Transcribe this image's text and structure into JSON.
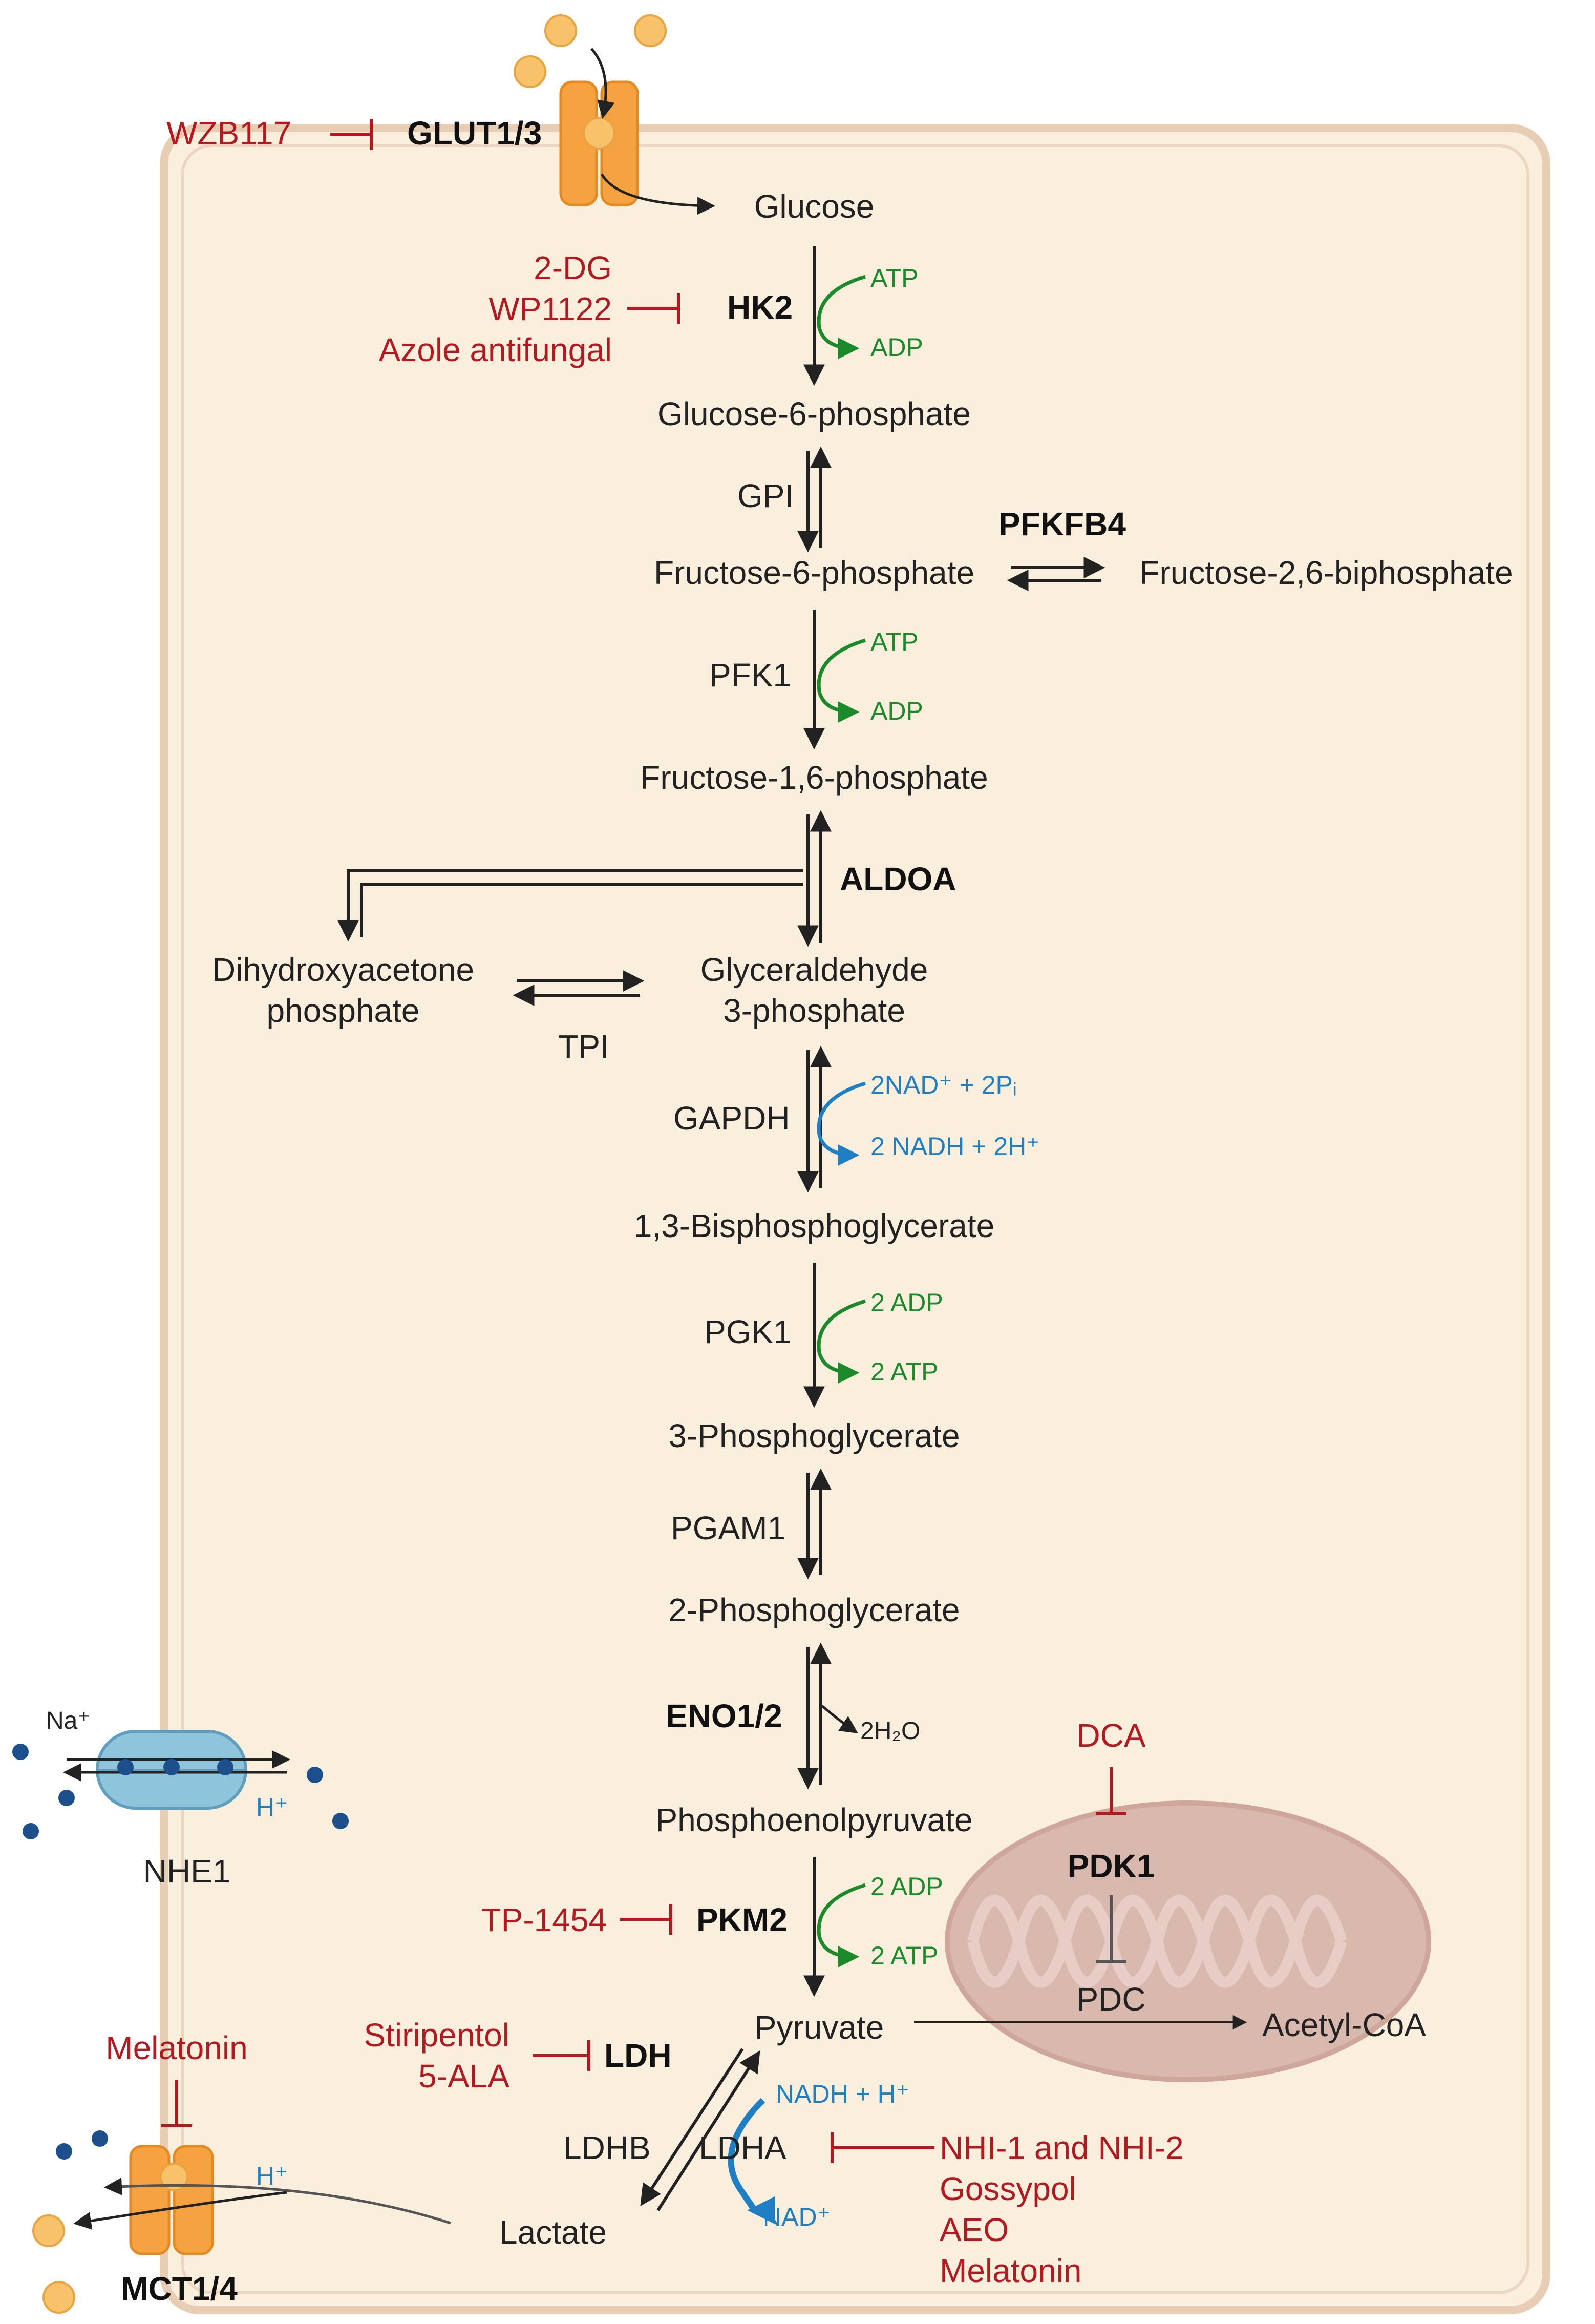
{
  "colors": {
    "inhibitor": "#b3191f",
    "atp_cofactor": "#1a8a2a",
    "nad_cofactor": "#1f7fc4",
    "cell_fill": "#faeedd",
    "cell_border": "#e8cdb5",
    "transporter": "#f5a341",
    "glucose_ball": "#f8c26a",
    "mitochondrion": "#d6b2a8",
    "nhe1": "#8ec4dc",
    "ion_dot": "#1d4f8c"
  },
  "metabolites": {
    "glucose": "Glucose",
    "g6p": "Glucose-6-phosphate",
    "f6p": "Fructose-6-phosphate",
    "f26bp": "Fructose-2,6-biphosphate",
    "f16p": "Fructose-1,6-phosphate",
    "dhap_line1": "Dihydroxyacetone",
    "dhap_line2": "phosphate",
    "g3p_line1": "Glyceraldehyde",
    "g3p_line2": "3-phosphate",
    "bpg13": "1,3-Bisphosphoglycerate",
    "pg3": "3-Phosphoglycerate",
    "pg2": "2-Phosphoglycerate",
    "pep": "Phosphoenolpyruvate",
    "pyruvate": "Pyruvate",
    "acetyl_coa": "Acetyl-CoA",
    "lactate": "Lactate"
  },
  "enzymes": {
    "glut": "GLUT1/3",
    "hk2": "HK2",
    "gpi": "GPI",
    "pfkfb4": "PFKFB4",
    "pfk1": "PFK1",
    "aldoa": "ALDOA",
    "tpi": "TPI",
    "gapdh": "GAPDH",
    "pgk1": "PGK1",
    "pgam1": "PGAM1",
    "eno": "ENO1/2",
    "pkm2": "PKM2",
    "pdk1": "PDK1",
    "pdc": "PDC",
    "ldh": "LDH",
    "ldhb": "LDHB",
    "ldha": "LDHA",
    "mct": "MCT1/4",
    "nhe1": "NHE1"
  },
  "cofactors": {
    "hk2_in": "ATP",
    "hk2_out": "ADP",
    "pfk1_in": "ATP",
    "pfk1_out": "ADP",
    "gapdh_in": "2NAD⁺ + 2Pᵢ",
    "gapdh_out": "2 NADH + 2H⁺",
    "pgk1_in": "2 ADP",
    "pgk1_out": "2 ATP",
    "eno_out": "2H₂O",
    "pkm2_in": "2 ADP",
    "pkm2_out": "2 ATP",
    "ldha_in": "NADH + H⁺",
    "ldha_out": "NAD⁺"
  },
  "ions": {
    "na": "Na⁺",
    "h_nhe": "H⁺",
    "h_mct": "H⁺"
  },
  "inhibitors": {
    "wzb117": "WZB117",
    "hk2_1": "2-DG",
    "hk2_2": "WP1122",
    "hk2_3": "Azole antifungal",
    "dca": "DCA",
    "tp1454": "TP-1454",
    "ldh_1": "Stiripentol",
    "ldh_2": "5-ALA",
    "melatonin_mct": "Melatonin",
    "ldha_1": "NHI-1 and NHI-2",
    "ldha_2": "Gossypol",
    "ldha_3": "AEO",
    "ldha_4": "Melatonin"
  }
}
